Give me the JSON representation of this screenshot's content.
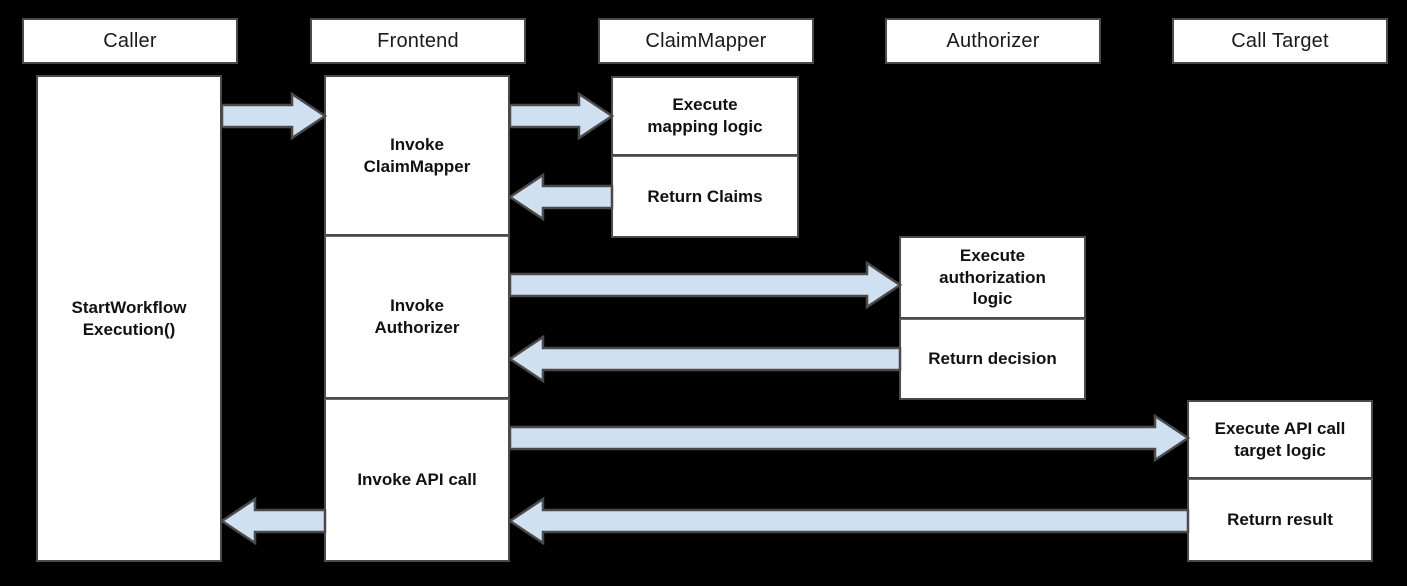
{
  "diagram": {
    "type": "sequence-diagram",
    "background_color": "#000000",
    "box_fill": "#ffffff",
    "box_border": "#4a4a4a",
    "arrow_fill": "#cfe0f0",
    "arrow_border": "#4a4a4a",
    "lanes": [
      {
        "id": "caller",
        "label": "Caller"
      },
      {
        "id": "frontend",
        "label": "Frontend"
      },
      {
        "id": "claimmapper",
        "label": "ClaimMapper"
      },
      {
        "id": "authorizer",
        "label": "Authorizer"
      },
      {
        "id": "calltarget",
        "label": "Call Target"
      }
    ],
    "activations": {
      "caller": [
        {
          "id": "caller-start-workflow",
          "label": "StartWorkflow\nExecution()"
        }
      ],
      "frontend": [
        {
          "id": "frontend-invoke-claimmapper",
          "label": "Invoke\nClaimMapper"
        },
        {
          "id": "frontend-invoke-authorizer",
          "label": "Invoke\nAuthorizer"
        },
        {
          "id": "frontend-invoke-api-call",
          "label": "Invoke API call"
        }
      ],
      "claimmapper": [
        {
          "id": "claimmapper-execute-mapping-logic",
          "label": "Execute\nmapping logic"
        },
        {
          "id": "claimmapper-return-claims",
          "label": "Return Claims"
        }
      ],
      "authorizer": [
        {
          "id": "authorizer-execute-authorization-logic",
          "label": "Execute\nauthorization\nlogic"
        },
        {
          "id": "authorizer-return-decision",
          "label": "Return decision"
        }
      ],
      "calltarget": [
        {
          "id": "calltarget-execute-api-call-target-logic",
          "label": "Execute API call\ntarget logic"
        },
        {
          "id": "calltarget-return-result",
          "label": "Return result"
        }
      ]
    },
    "messages": [
      {
        "id": "msg-caller-to-frontend",
        "from": "caller",
        "to": "frontend",
        "direction": "right"
      },
      {
        "id": "msg-frontend-to-claimmapper",
        "from": "frontend",
        "to": "claimmapper",
        "direction": "right"
      },
      {
        "id": "msg-claimmapper-to-frontend",
        "from": "claimmapper",
        "to": "frontend",
        "direction": "left"
      },
      {
        "id": "msg-frontend-to-authorizer",
        "from": "frontend",
        "to": "authorizer",
        "direction": "right"
      },
      {
        "id": "msg-authorizer-to-frontend",
        "from": "authorizer",
        "to": "frontend",
        "direction": "left"
      },
      {
        "id": "msg-frontend-to-calltarget",
        "from": "frontend",
        "to": "calltarget",
        "direction": "right"
      },
      {
        "id": "msg-calltarget-to-frontend",
        "from": "calltarget",
        "to": "frontend",
        "direction": "left"
      },
      {
        "id": "msg-frontend-to-caller",
        "from": "frontend",
        "to": "caller",
        "direction": "left"
      }
    ]
  }
}
